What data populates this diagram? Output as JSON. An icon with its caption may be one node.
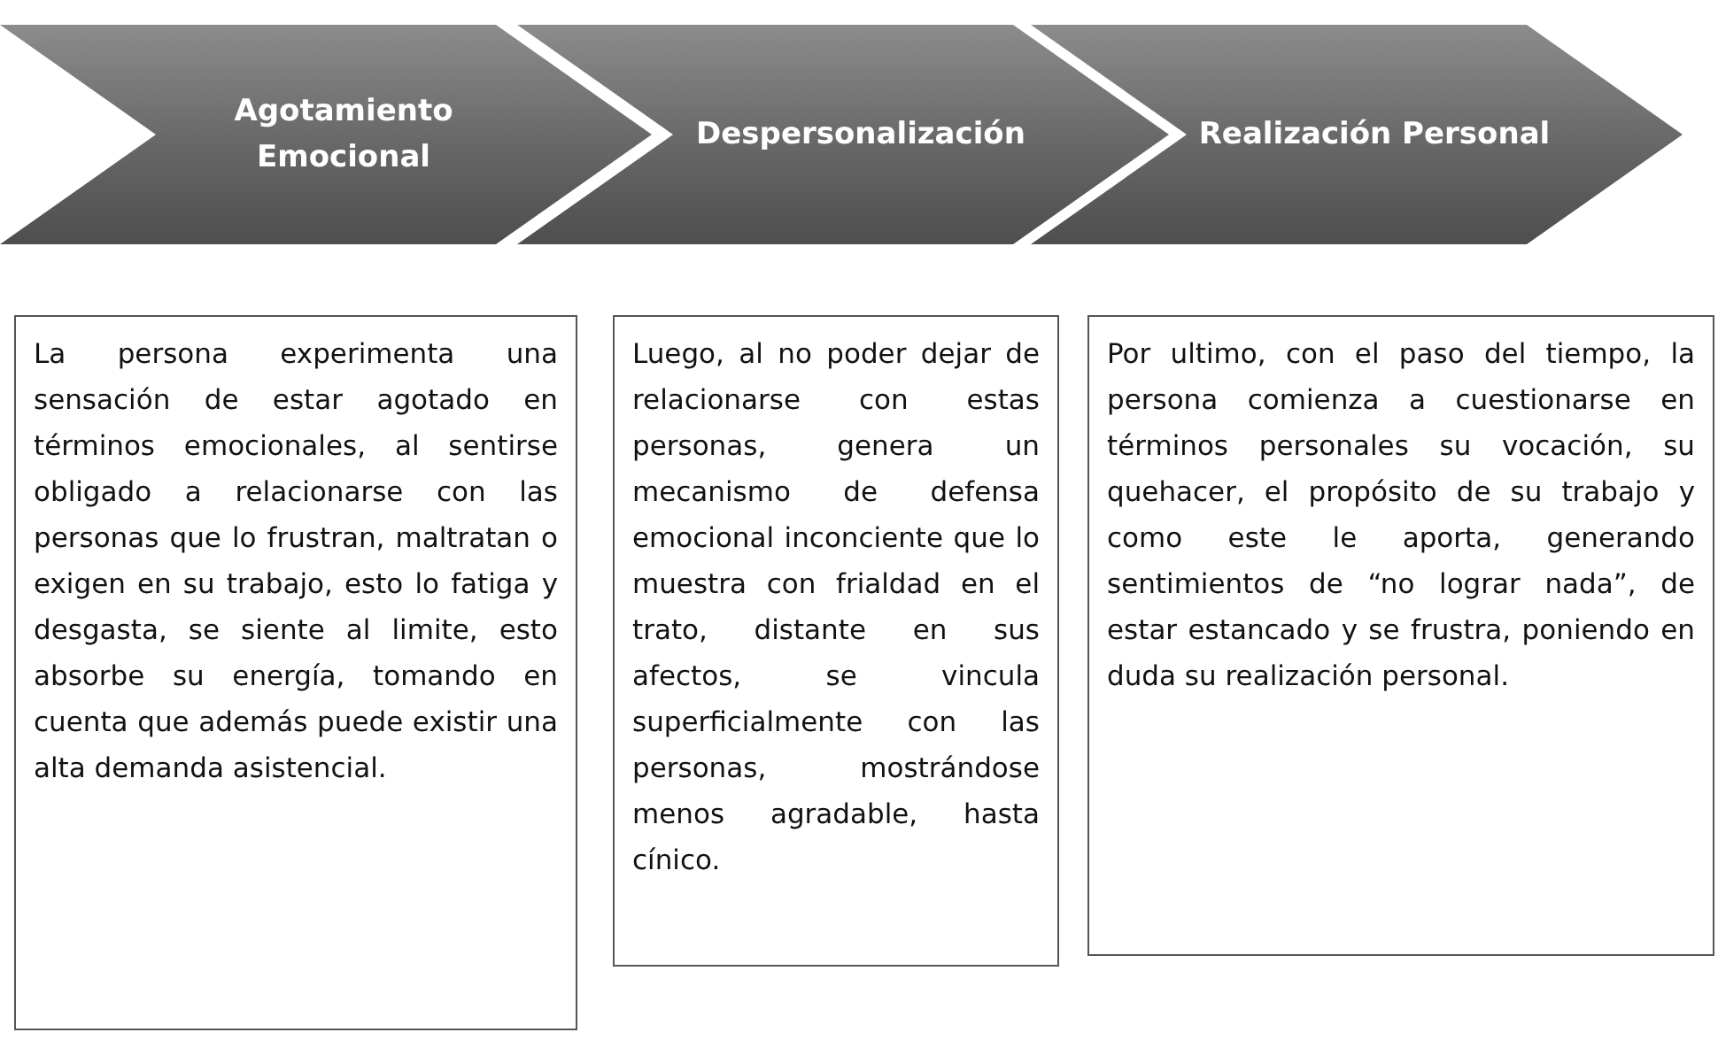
{
  "diagram": {
    "nodes": [
      {
        "text": [
          "Agotamiento Emocional"
        ]
      },
      {
        "text": [
          "Despersonalización"
        ]
      },
      {
        "text": [
          "Realización Personal"
        ]
      },
      {
        "text": [
          "La persona experimenta una sensación de estar agotado en términos emocionales, al sentirse obligado a relacionarse con las personas que lo frustran, maltratan o exigen en su trabajo, esto lo fatiga y desgasta, se siente al limite, esto absorbe su energía, tomando en cuenta que además puede existir una alta demanda asistencial."
        ]
      },
      {
        "text": [
          "Luego, al no poder dejar de relacionarse con estas personas, genera un mecanismo de defensa emocional inconciente que lo muestra con frialdad en el trato, distante en sus afectos, se vincula superficialmente con las personas, mostrándose menos agradable, hasta cínico."
        ]
      },
      {
        "text": [
          "Por ultimo, con el paso del tiempo, la persona comienza a cuestionarse en términos personales su vocación, su quehacer, el propósito de su trabajo y como este le aporta, generando sentimientos de “no lograr nada”, de estar estancado y se frustra, poniendo en duda su realización personal."
        ]
      }
    ]
  }
}
